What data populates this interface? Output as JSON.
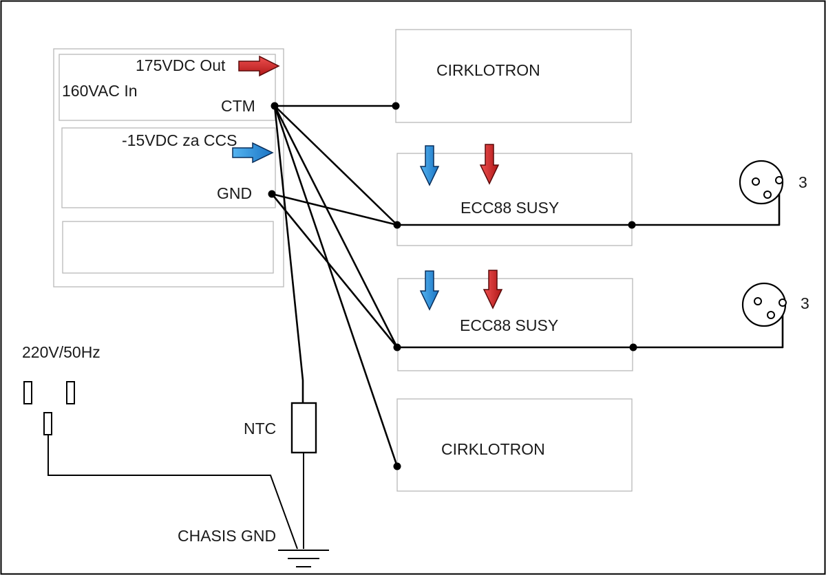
{
  "power_supply": {
    "out_label": "175VDC Out",
    "in_label": "160VAC In",
    "ctm_label": "CTM",
    "ccs_label": "-15VDC za CCS",
    "gnd_label": "GND"
  },
  "modules": {
    "cirklotron_top": "CIRKLOTRON",
    "susy_top": "ECC88 SUSY",
    "susy_bottom": "ECC88 SUSY",
    "cirklotron_bottom": "CIRKLOTRON"
  },
  "connectors": {
    "top_pin": "3",
    "bottom_pin": "3"
  },
  "mains": {
    "label": "220V/50Hz"
  },
  "ntc_label": "NTC",
  "chassis_gnd_label": "CHASIS GND",
  "colors": {
    "positive_arrow": "#d42424",
    "negative_arrow": "#1f88d6",
    "wire": "#000000",
    "box_border": "#b8b8b8"
  }
}
